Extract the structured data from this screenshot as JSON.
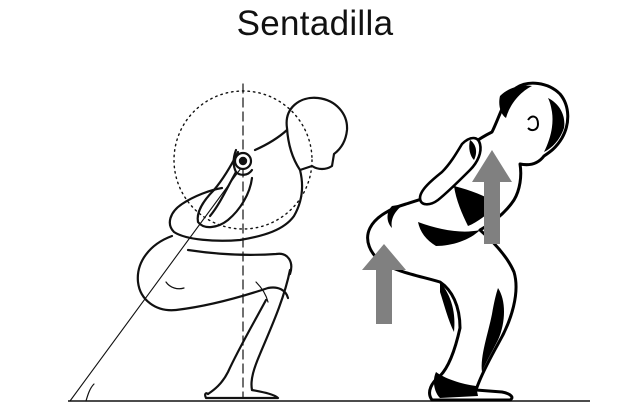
{
  "title": "Sentadilla",
  "colors": {
    "line": "#111111",
    "arrow": "#808080",
    "skin_fill": "#ffffff",
    "shadow": "#000000"
  },
  "figures": [
    {
      "name": "line-drawing-squat",
      "icon": "squat-outline-figure"
    },
    {
      "name": "shaded-drawing-squat",
      "icon": "squat-shaded-figure"
    }
  ],
  "annotations": [
    "vertical-dashed-line",
    "dotted-circle",
    "diagonal-angle-line",
    "angle-arcs",
    "upward-arrows"
  ]
}
